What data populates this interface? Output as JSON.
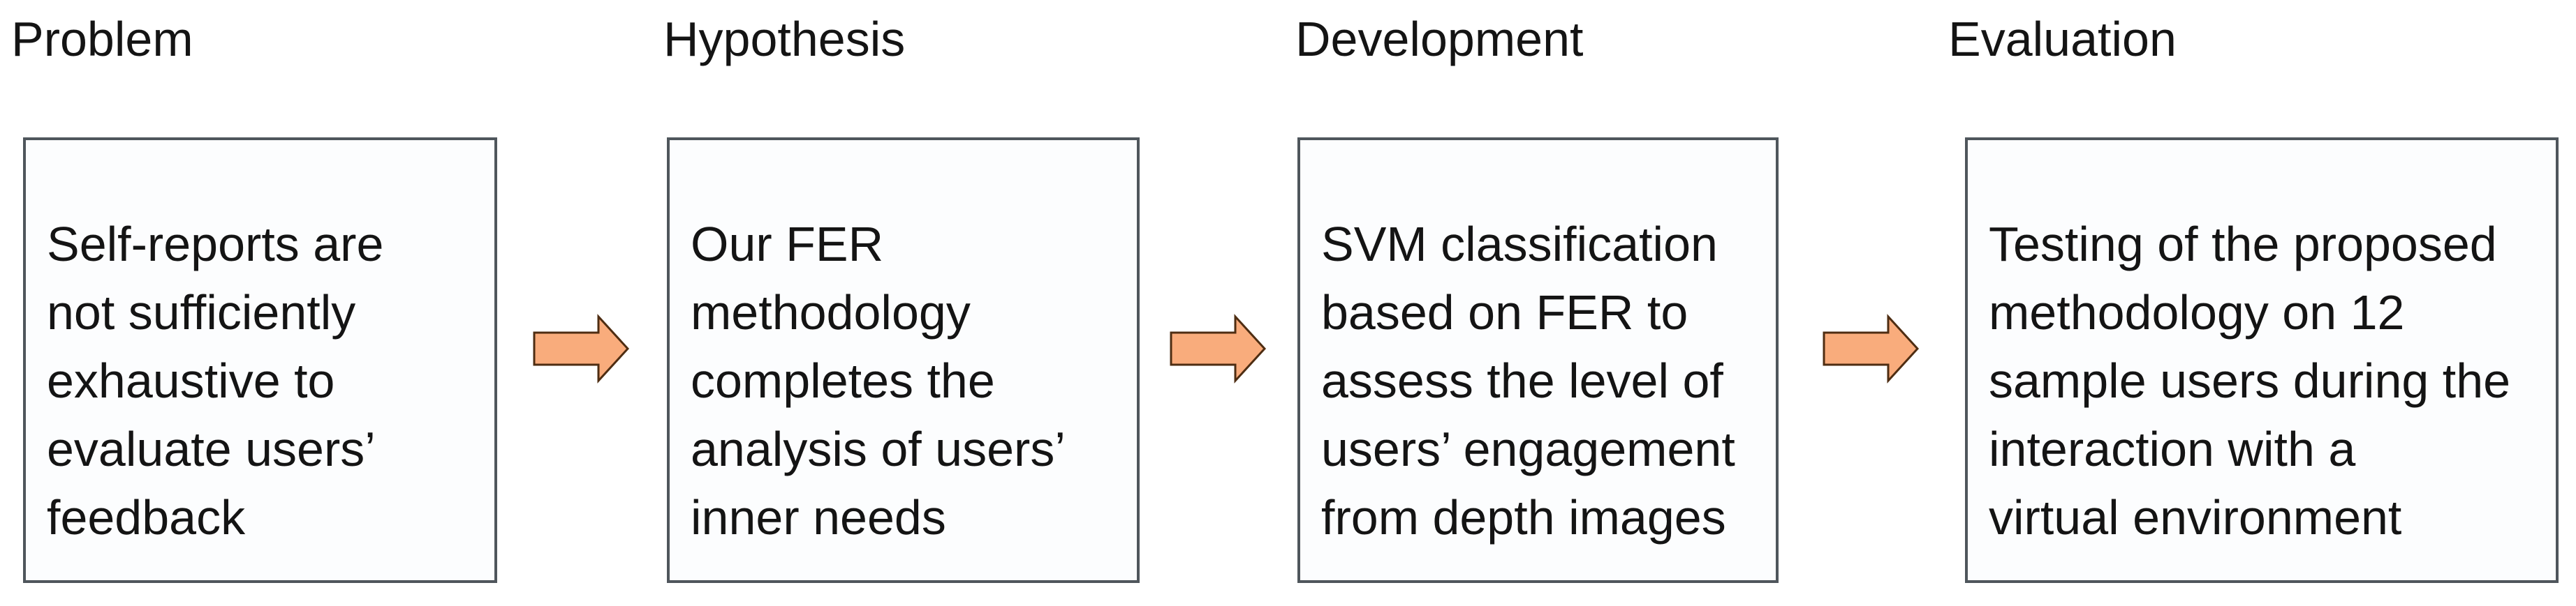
{
  "diagram": {
    "stages": [
      {
        "title": "Problem",
        "text": "Self-reports are\nnot sufficiently\nexhaustive to\nevaluate users’\nfeedback"
      },
      {
        "title": "Hypothesis",
        "text": "Our FER\nmethodology\ncompletes the\nanalysis of users’\ninner needs"
      },
      {
        "title": "Development",
        "text": "SVM classification\nbased on FER to\nassess the level of\nusers’ engagement\nfrom depth images"
      },
      {
        "title": "Evaluation",
        "text": "Testing of the proposed\nmethodology on 12\nsample users during the\ninteraction with a\nvirtual environment"
      }
    ],
    "colors": {
      "arrow_fill": "#F9AC7C",
      "arrow_outline": "#4E2D12",
      "box_border": "#4F565C",
      "box_background": "#FCFDFE",
      "text": "#141414",
      "page_background": "#FFFFFF"
    }
  }
}
